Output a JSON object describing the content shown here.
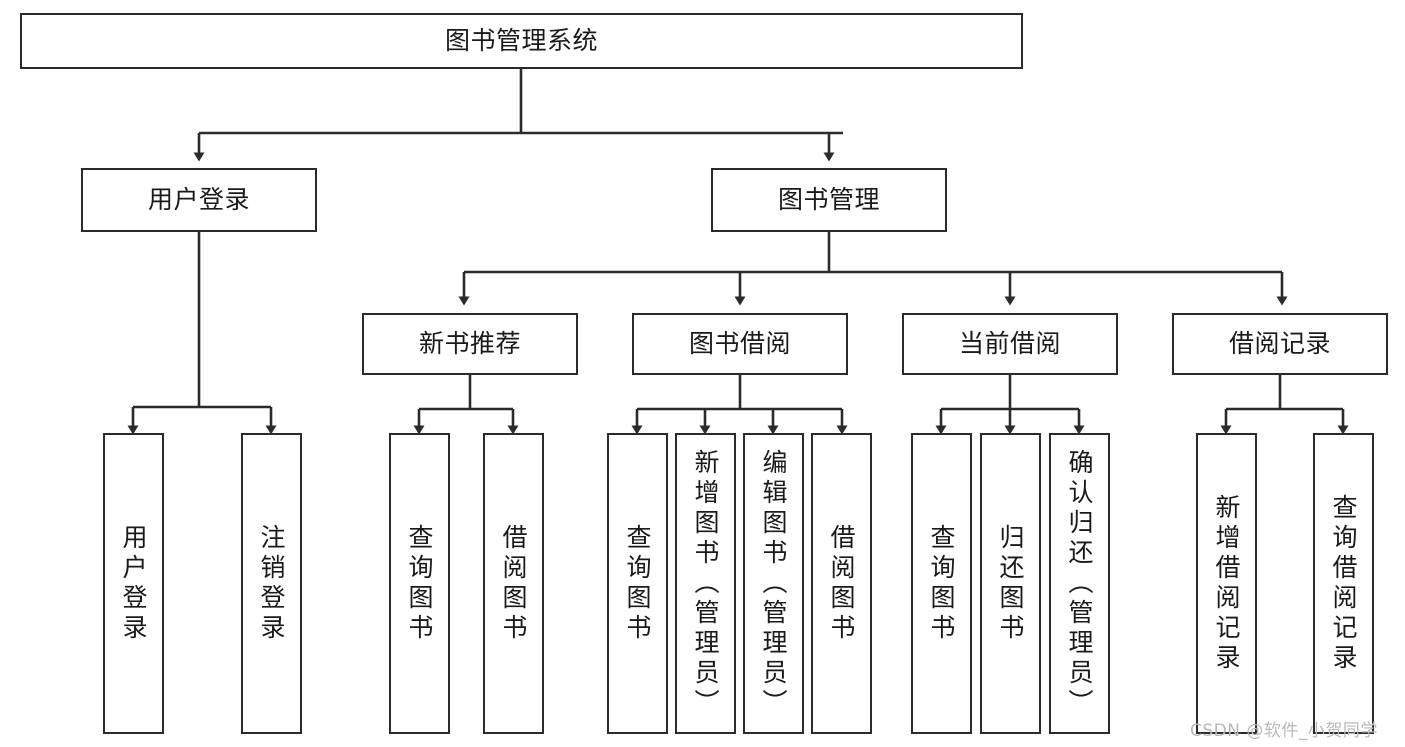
{
  "diagram": {
    "type": "tree-hierarchy-diagram",
    "title": "图书管理系统",
    "orientation": "top-down",
    "colors": {
      "box_border": "#2b2b2b",
      "box_fill": "#ffffff",
      "edge": "#2b2b2b",
      "text": "#1a1a1a",
      "watermark": "#b9b9b9",
      "background": "#ffffff"
    },
    "levels": {
      "level1": [
        "图书管理系统"
      ],
      "level2": [
        "用户登录",
        "图书管理"
      ],
      "level3": [
        "新书推荐",
        "图书借阅",
        "当前借阅",
        "借阅记录"
      ],
      "level4": [
        "用户登录",
        "注销登录",
        "查询图书",
        "借阅图书",
        "查询图书",
        "新增图书（管理员）",
        "编辑图书（管理员）",
        "借阅图书",
        "查询图书",
        "归还图书",
        "确认归还（管理员）",
        "新增借阅记录",
        "查询借阅记录"
      ]
    },
    "nodes": {
      "root": {
        "label": "图书管理系统"
      },
      "user_login": {
        "label": "用户登录"
      },
      "book_mgmt": {
        "label": "图书管理"
      },
      "new_book_rec": {
        "label": "新书推荐"
      },
      "book_borrow": {
        "label": "图书借阅"
      },
      "current_borrow": {
        "label": "当前借阅"
      },
      "borrow_record": {
        "label": "借阅记录"
      },
      "leaf_user_login": {
        "label": "用户登录"
      },
      "leaf_user_logout": {
        "label": "注销登录"
      },
      "leaf_rec_query": {
        "label": "查询图书"
      },
      "leaf_rec_borrow": {
        "label": "借阅图书"
      },
      "leaf_borrow_query": {
        "label": "查询图书"
      },
      "leaf_borrow_add": {
        "label": "新增图书（管理员）"
      },
      "leaf_borrow_edit": {
        "label": "编辑图书（管理员）"
      },
      "leaf_borrow_borrow": {
        "label": "借阅图书"
      },
      "leaf_cur_query": {
        "label": "查询图书"
      },
      "leaf_cur_return": {
        "label": "归还图书"
      },
      "leaf_cur_confirm": {
        "label": "确认归还（管理员）"
      },
      "leaf_rec_add": {
        "label": "新增借阅记录"
      },
      "leaf_rec_search": {
        "label": "查询借阅记录"
      }
    },
    "watermark": "CSDN @软件_小贺同学"
  }
}
